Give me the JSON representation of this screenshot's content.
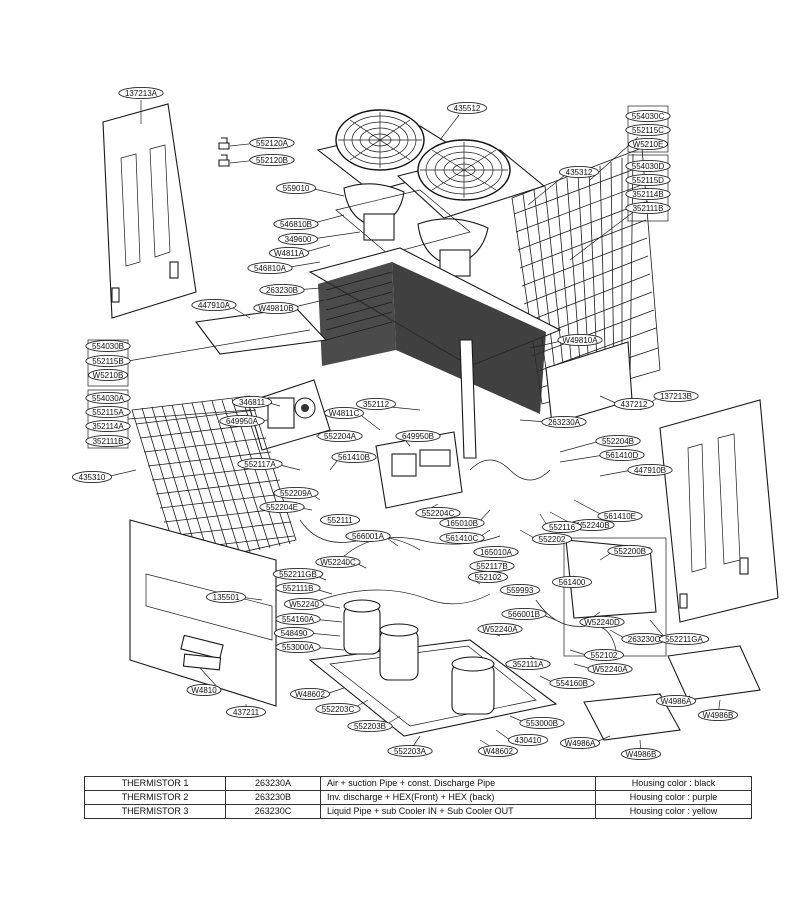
{
  "callouts": [
    {
      "id": "c01",
      "label": "137213A"
    },
    {
      "id": "c02",
      "label": "552120A"
    },
    {
      "id": "c03",
      "label": "552120B"
    },
    {
      "id": "c04",
      "label": "435512"
    },
    {
      "id": "c05",
      "label": "554030C"
    },
    {
      "id": "c06",
      "label": "552115C"
    },
    {
      "id": "c07",
      "label": "W5210E"
    },
    {
      "id": "c08",
      "label": "435312"
    },
    {
      "id": "c09",
      "label": "559010"
    },
    {
      "id": "c10",
      "label": "554030D"
    },
    {
      "id": "c11",
      "label": "552115D"
    },
    {
      "id": "c12",
      "label": "352114B"
    },
    {
      "id": "c13",
      "label": "352111B"
    },
    {
      "id": "c14",
      "label": "546810B"
    },
    {
      "id": "c15",
      "label": "349600"
    },
    {
      "id": "c16",
      "label": "W4811A"
    },
    {
      "id": "c17",
      "label": "546810A"
    },
    {
      "id": "c18",
      "label": "263230B"
    },
    {
      "id": "c19",
      "label": "447910A"
    },
    {
      "id": "c20",
      "label": "W49810B"
    },
    {
      "id": "c21",
      "label": "554030B"
    },
    {
      "id": "c22",
      "label": "552115B"
    },
    {
      "id": "c23",
      "label": "W5210B"
    },
    {
      "id": "c24",
      "label": "W49810A"
    },
    {
      "id": "c25",
      "label": "137213B"
    },
    {
      "id": "c26",
      "label": "554030A"
    },
    {
      "id": "c27",
      "label": "552115A"
    },
    {
      "id": "c28",
      "label": "352114A"
    },
    {
      "id": "c29",
      "label": "352111B"
    },
    {
      "id": "c30",
      "label": "346811"
    },
    {
      "id": "c31",
      "label": "352112"
    },
    {
      "id": "c32",
      "label": "437212"
    },
    {
      "id": "c33",
      "label": "649950A"
    },
    {
      "id": "c34",
      "label": "W4811C"
    },
    {
      "id": "c35",
      "label": "263230A"
    },
    {
      "id": "c36",
      "label": "552204A"
    },
    {
      "id": "c37",
      "label": "649950B"
    },
    {
      "id": "c38",
      "label": "552204B"
    },
    {
      "id": "c39",
      "label": "561410B"
    },
    {
      "id": "c40",
      "label": "561410D"
    },
    {
      "id": "c41",
      "label": "552117A"
    },
    {
      "id": "c42",
      "label": "447910B"
    },
    {
      "id": "c43",
      "label": "435310"
    },
    {
      "id": "c44",
      "label": "552209A"
    },
    {
      "id": "c45",
      "label": "552204E"
    },
    {
      "id": "c46",
      "label": "561410E"
    },
    {
      "id": "c47",
      "label": "552204C"
    },
    {
      "id": "c48",
      "label": "W52240B"
    },
    {
      "id": "c49",
      "label": "552111"
    },
    {
      "id": "c50",
      "label": "165010B"
    },
    {
      "id": "c51",
      "label": "552116"
    },
    {
      "id": "c52",
      "label": "561410C"
    },
    {
      "id": "c53",
      "label": "552202"
    },
    {
      "id": "c54",
      "label": "566001A"
    },
    {
      "id": "c55",
      "label": "165010A"
    },
    {
      "id": "c56",
      "label": "552200B"
    },
    {
      "id": "c57",
      "label": "W52240C"
    },
    {
      "id": "c58",
      "label": "552117B"
    },
    {
      "id": "c59",
      "label": "552211GB"
    },
    {
      "id": "c60",
      "label": "552102"
    },
    {
      "id": "c61",
      "label": "561400"
    },
    {
      "id": "c62",
      "label": "559993"
    },
    {
      "id": "c63",
      "label": "135501"
    },
    {
      "id": "c64",
      "label": "552111B"
    },
    {
      "id": "c65",
      "label": "W52240"
    },
    {
      "id": "c66",
      "label": "566001B"
    },
    {
      "id": "c67",
      "label": "W52240D"
    },
    {
      "id": "c68",
      "label": "554160A"
    },
    {
      "id": "c69",
      "label": "W52240A"
    },
    {
      "id": "c70",
      "label": "263230C"
    },
    {
      "id": "c71",
      "label": "552211GA"
    },
    {
      "id": "c72",
      "label": "548490"
    },
    {
      "id": "c73",
      "label": "553000A"
    },
    {
      "id": "c74",
      "label": "552102"
    },
    {
      "id": "c75",
      "label": "352111A"
    },
    {
      "id": "c76",
      "label": "W52240A"
    },
    {
      "id": "c77",
      "label": "554160B"
    },
    {
      "id": "c78",
      "label": "W4810"
    },
    {
      "id": "c79",
      "label": "W48602"
    },
    {
      "id": "c80",
      "label": "552203C"
    },
    {
      "id": "c81",
      "label": "W4986A"
    },
    {
      "id": "c82",
      "label": "W4986B"
    },
    {
      "id": "c83",
      "label": "553000B"
    },
    {
      "id": "c84",
      "label": "437211"
    },
    {
      "id": "c85",
      "label": "552203B"
    },
    {
      "id": "c86",
      "label": "430410"
    },
    {
      "id": "c87",
      "label": "W4986A"
    },
    {
      "id": "c88",
      "label": "W4986B"
    },
    {
      "id": "c89",
      "label": "552203A"
    },
    {
      "id": "c90",
      "label": "W48602"
    }
  ],
  "thermistor_table": [
    {
      "name": "THERMISTOR 1",
      "code": "263230A",
      "location": "Air + suction Pipe + const. Discharge Pipe",
      "housing": "Housing color : black"
    },
    {
      "name": "THERMISTOR 2",
      "code": "263230B",
      "location": "Inv. discharge + HEX(Front) + HEX (back)",
      "housing": "Housing color : purple"
    },
    {
      "name": "THERMISTOR 3",
      "code": "263230C",
      "location": "Liquid Pipe  + sub Cooler IN + Sub Cooler OUT",
      "housing": "Housing color : yellow"
    }
  ]
}
